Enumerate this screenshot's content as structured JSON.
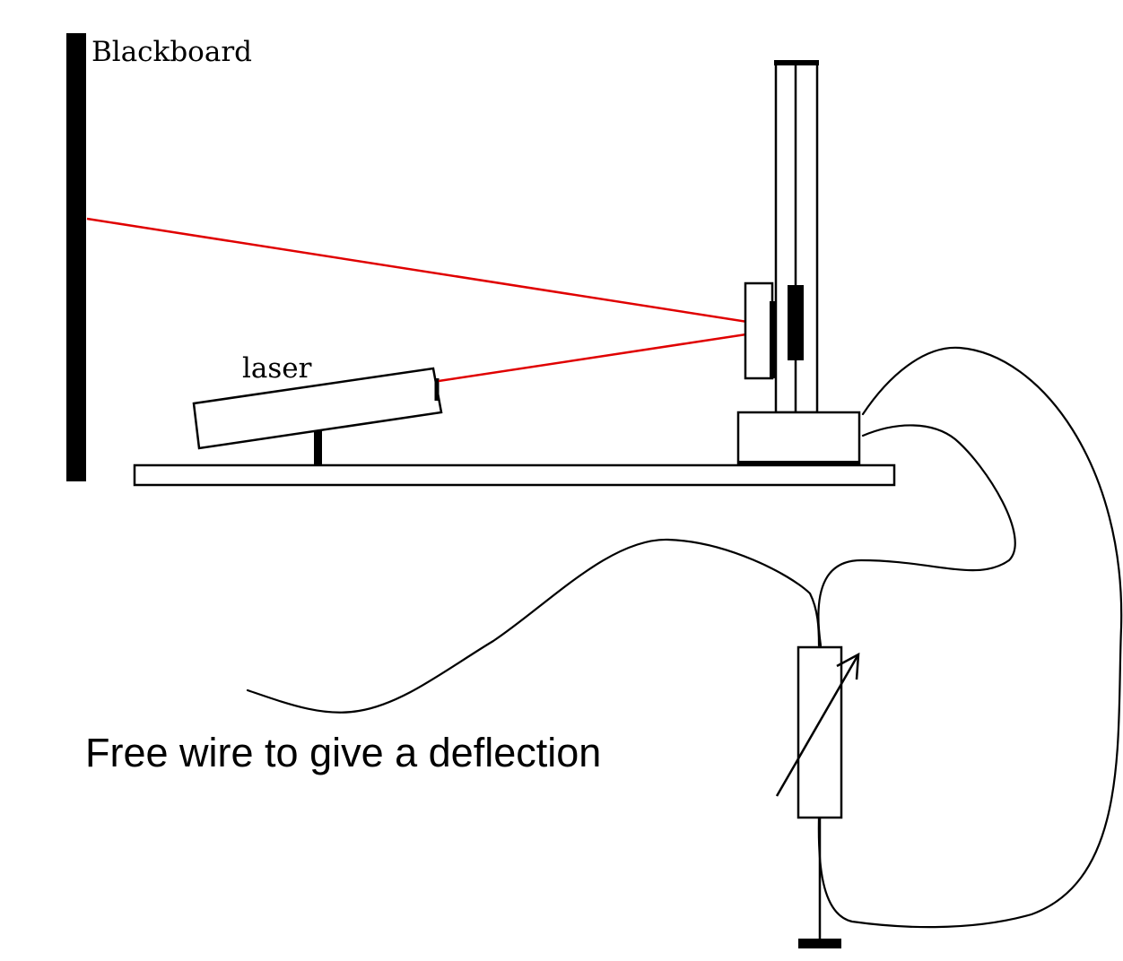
{
  "labels": {
    "blackboard": "Blackboard",
    "laser": "laser",
    "free_wire": "Free wire to give a deflection"
  },
  "colors": {
    "beam": "#e00000",
    "ink": "#000000",
    "background": "#ffffff"
  }
}
